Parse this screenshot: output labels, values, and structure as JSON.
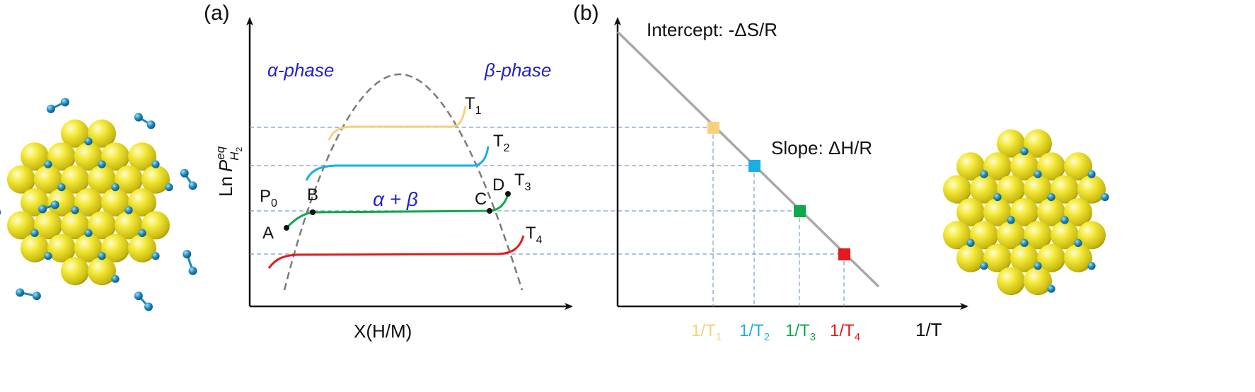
{
  "panel_a": {
    "label": "(a)",
    "xlabel": "X(H/M)",
    "ylabel_main": "Ln",
    "ylabel_p": "P",
    "ylabel_sup": "eq",
    "ylabel_sub": "H",
    "ylabel_subsub": "2",
    "alpha_phase": "α-phase",
    "beta_phase": "β-phase",
    "mixed_phase": "α + β",
    "p0": "P",
    "p0_sub": "0",
    "points": [
      "A",
      "B",
      "C",
      "D"
    ],
    "isotherms": [
      {
        "name": "T",
        "sub": "1"
      },
      {
        "name": "T",
        "sub": "2"
      },
      {
        "name": "T",
        "sub": "3"
      },
      {
        "name": "T",
        "sub": "4"
      }
    ]
  },
  "panel_b": {
    "label": "(b)",
    "intercept": "Intercept:  -ΔS/R",
    "slope": "Slope:  ΔH/R",
    "xlabel": "1/T",
    "ticks": [
      {
        "text": "1/T",
        "sub": "1",
        "color": "#f5d27a"
      },
      {
        "text": "1/T",
        "sub": "2",
        "color": "#1aaee6"
      },
      {
        "text": "1/T",
        "sub": "3",
        "color": "#0fa84a"
      },
      {
        "text": "1/T",
        "sub": "4",
        "color": "#e11b1b"
      }
    ]
  },
  "colors": {
    "t1": "#f5d27a",
    "t2": "#1aaee6",
    "t3": "#0fa84a",
    "t4": "#e11b1b",
    "phase_text": "#2222cc",
    "guide": "#7f9cc7",
    "dome": "#7a7a7a",
    "fit_line": "#a8a8a8",
    "atom_metal": "#f2e62a",
    "atom_hydrogen": "#1f84b4"
  }
}
